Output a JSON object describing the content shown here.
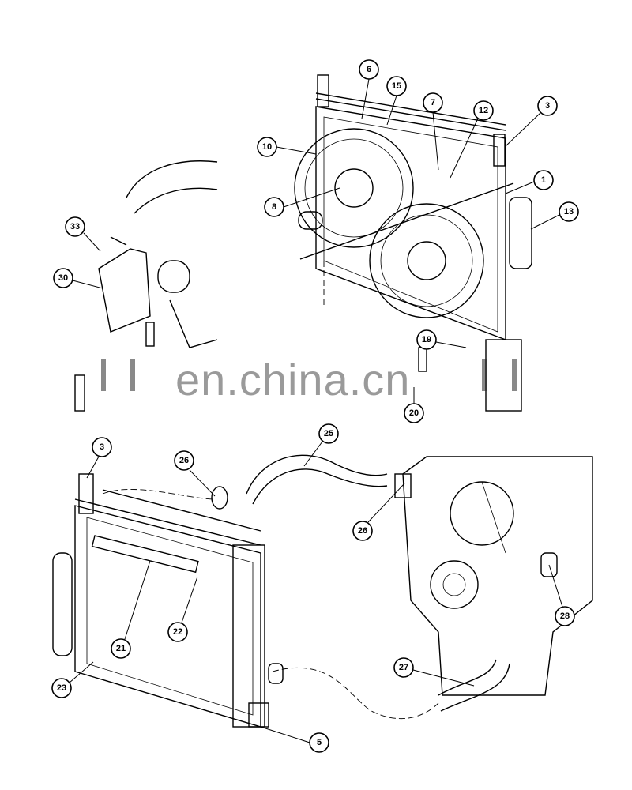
{
  "diagram": {
    "title": "Radiator, fan and hose assembly exploded view",
    "callouts": [
      "6",
      "15",
      "7",
      "12",
      "3",
      "10",
      "1",
      "8",
      "13",
      "33",
      "30",
      "19",
      "20",
      "3",
      "25",
      "26",
      "26",
      "21",
      "22",
      "28",
      "27",
      "23",
      "5"
    ]
  },
  "watermark": {
    "text": "en.china.cn"
  }
}
